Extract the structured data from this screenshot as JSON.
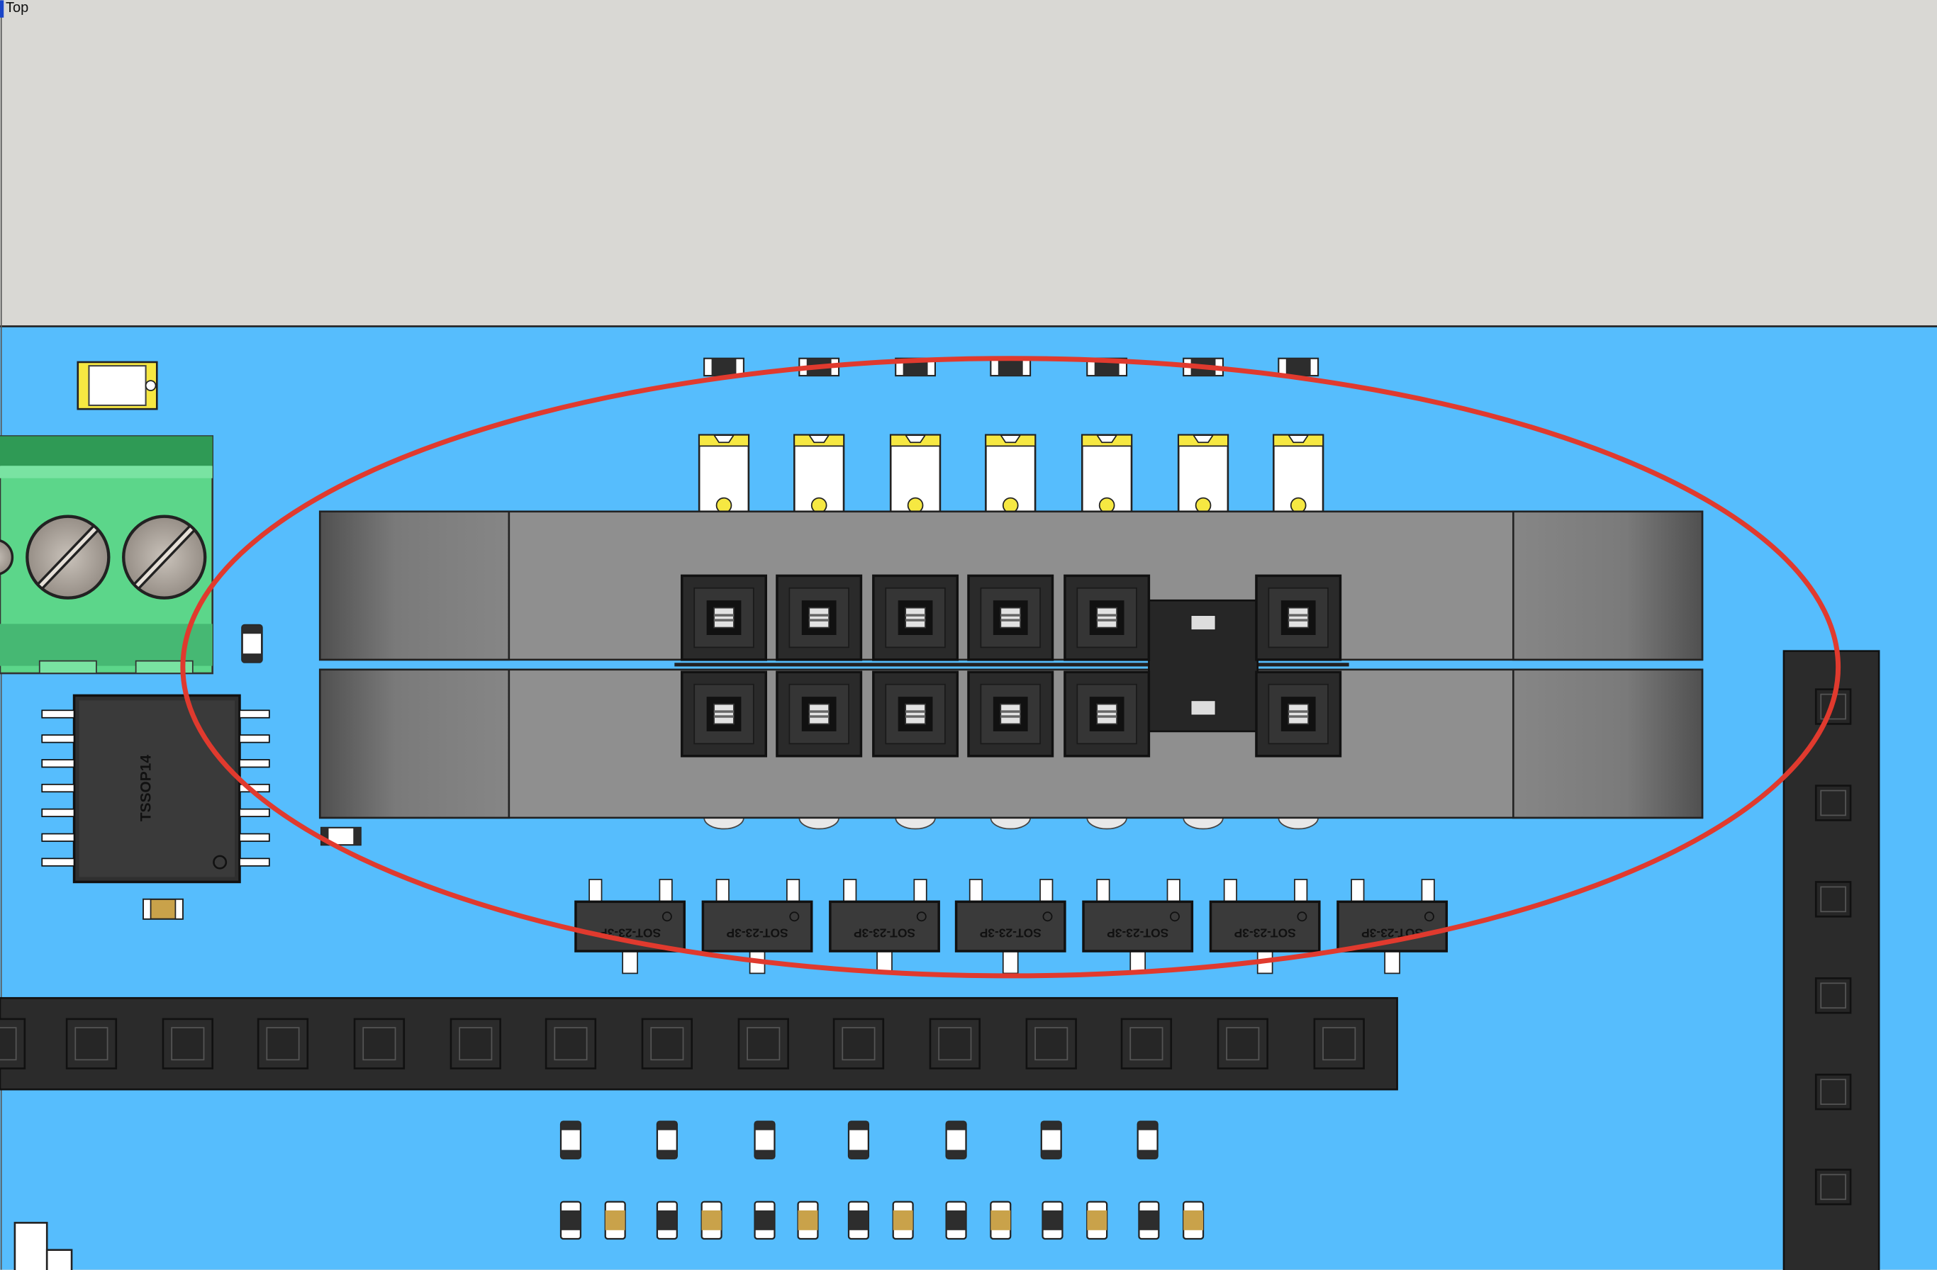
{
  "view": {
    "label": "Top"
  },
  "colors": {
    "background": "#d9d8d4",
    "pcb": "#56bdfd",
    "component_dark": "#2d2d2d",
    "connector_grey": "#8e8e8e",
    "terminal_green": "#5cd68a",
    "highlight_ellipse": "#e03a2e",
    "pad_tin": "#c9a24a"
  },
  "chips": {
    "tssop_marking": "TSSOP14",
    "sot_marking": "SOT-23-3P"
  },
  "annotation": {
    "shape": "ellipse",
    "target": "dual-row-header-connector"
  }
}
